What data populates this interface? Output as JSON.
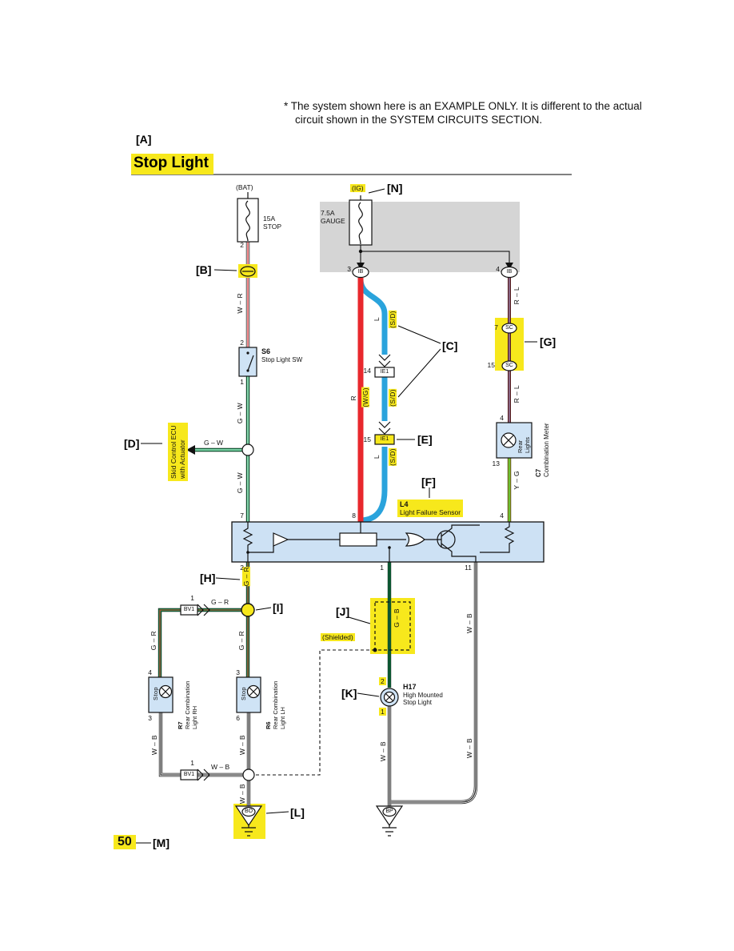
{
  "colors": {
    "highlight": "#f7e81c",
    "red_wire": "#e8282d",
    "blue_wire": "#2aa3dc",
    "green_wire": "#00a551",
    "yellow_wire": "#eee112",
    "component_fill": "#cfe3f5",
    "gray_box": "#d5d5d5"
  },
  "note": {
    "line1": "* The system shown here is an EXAMPLE ONLY. It is different to the actual",
    "line2": "circuit shown in the SYSTEM CIRCUITS SECTION."
  },
  "title": "Stop Light",
  "page_number": "50",
  "callouts": {
    "a": "[A]",
    "b": "[B]",
    "c": "[C]",
    "d": "[D]",
    "e": "[E]",
    "f": "[F]",
    "g": "[G]",
    "h": "[H]",
    "i": "[I]",
    "j": "[J]",
    "k": "[K]",
    "l": "[L]",
    "m": "[M]",
    "n": "[N]"
  },
  "power": {
    "bat": "(BAT)",
    "ig": "(IG)",
    "fuse_stop_amps": "15A",
    "fuse_stop_name": "STOP",
    "fuse_gauge_amps": "7.5A",
    "fuse_gauge_name": "GAUGE"
  },
  "components": {
    "s6_code": "S6",
    "s6_name": "Stop Light SW",
    "skid_line1": "Skid Control ECU",
    "skid_line2": "with Actuator",
    "l4_code": "L4",
    "l4_name": "Light Failure Sensor",
    "c7_code": "C7",
    "c7_name": "Combination Meter",
    "c7_inner_line1": "Rear",
    "c7_inner_line2": "Lights",
    "r7_code": "R7",
    "r7_line1": "Rear Combination",
    "r7_line2": "Light RH",
    "r7_bulb": "Stop",
    "r6_code": "R6",
    "r6_line1": "Rear Combination",
    "r6_line2": "Light LH",
    "r6_bulb": "Stop",
    "h17_code": "H17",
    "h17_line1": "High Mounted",
    "h17_line2": "Stop Light",
    "shielded": "(Shielded)"
  },
  "connectors": {
    "ib": "IB",
    "ie1": "IE1",
    "sc": "SC",
    "bv1": "BV1",
    "bo": "BO",
    "bp": "BP"
  },
  "wires": {
    "wr": "W – R",
    "gw": "G – W",
    "gr": "G – R",
    "wb": "W – B",
    "rl": "R – L",
    "yg": "Y – G",
    "gb": "G – B",
    "r": "R",
    "l": "L",
    "sd": "(S/D)",
    "wg": "(W/G)"
  },
  "pins": {
    "fuse_stop_out": "2",
    "s6_in": "2",
    "s6_out": "1",
    "ecu_in_left": "7",
    "ib_left": "3",
    "ib_right": "4",
    "ie1_upper": "14",
    "ie1_lower": "15",
    "ecu_in_mid": "8",
    "sc_upper": "7",
    "sc_lower": "15",
    "c7_in": "4",
    "c7_out": "13",
    "ecu_in_right": "4",
    "ecu_out_left": "2",
    "ecu_out_mid": "1",
    "ecu_out_right": "11",
    "bv1_upper": "1",
    "r7_in": "4",
    "r7_out": "3",
    "r6_in": "3",
    "r6_out": "6",
    "bv1_lower": "1",
    "h17_in": "2",
    "h17_out": "1"
  }
}
